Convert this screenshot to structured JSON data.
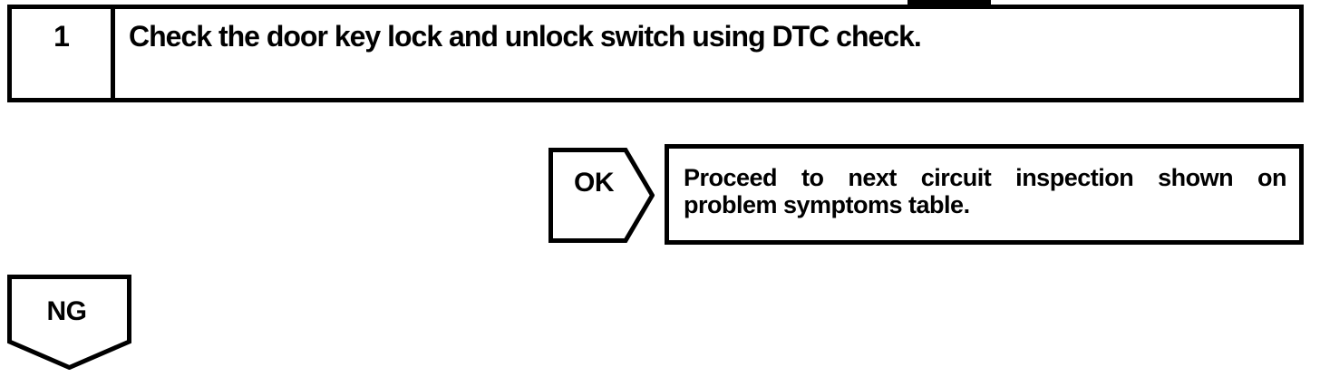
{
  "colors": {
    "ink": "#000000",
    "background": "#ffffff"
  },
  "flowchart": {
    "step": {
      "number": "1",
      "instruction": "Check the door key lock and unlock switch using DTC check."
    },
    "ok_branch": {
      "label": "OK",
      "result_lines": {
        "0": "Proceed to next circuit inspection shown on",
        "1": "problem symptoms table."
      }
    },
    "ng_branch": {
      "label": "NG"
    }
  }
}
